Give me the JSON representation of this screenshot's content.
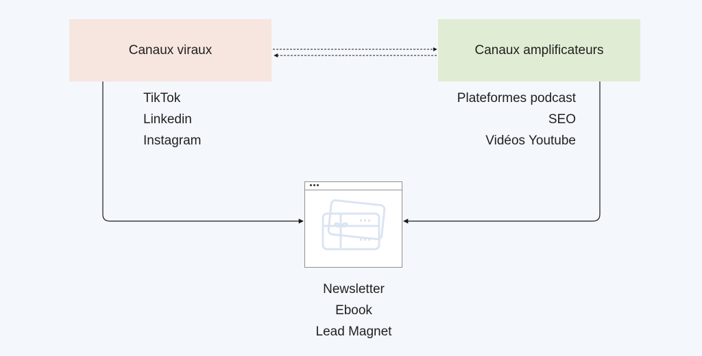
{
  "nodes": {
    "viral": {
      "label": "Canaux viraux",
      "color": "#f6e6df",
      "items": [
        "TikTok",
        "Linkedin",
        "Instagram"
      ]
    },
    "amplifier": {
      "label": "Canaux amplificateurs",
      "color": "#e1ecd4",
      "items": [
        "Plateformes podcast",
        "SEO",
        "Vidéos Youtube"
      ]
    },
    "destination": {
      "icon": "gift-card-browser-icon",
      "items": [
        "Newsletter",
        "Ebook",
        "Lead Magnet"
      ]
    }
  },
  "colors": {
    "background": "#f4f7fb",
    "line": "#1a1a1a",
    "icon": "#dbe4f2"
  }
}
